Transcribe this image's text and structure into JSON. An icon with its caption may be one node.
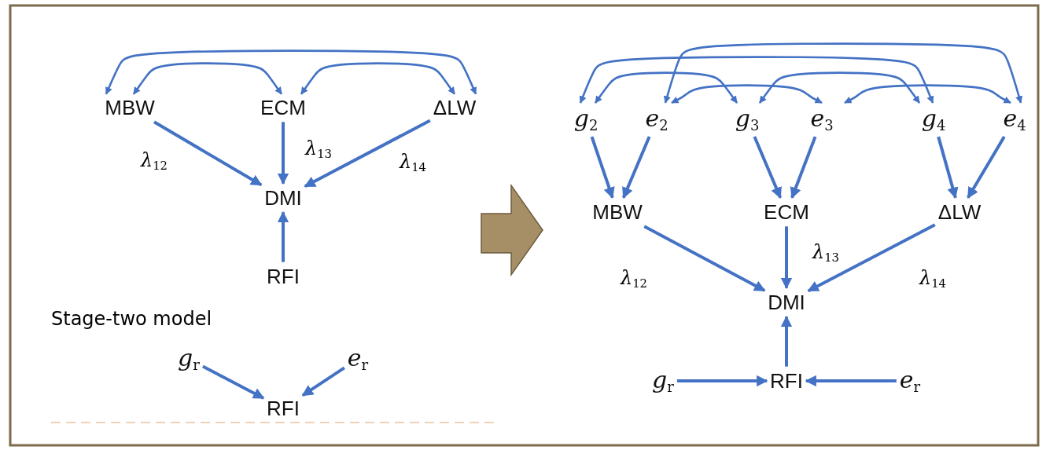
{
  "diagram": {
    "nodes": [
      {
        "text": [
          "MBW"
        ]
      },
      {
        "text": [
          "ECM"
        ]
      },
      {
        "text": [
          "ΔLW"
        ]
      },
      {
        "text": [
          "DMI"
        ]
      },
      {
        "text": [
          "RFI"
        ]
      },
      {
        "text": [
          "*g*$_{r}$"
        ]
      },
      {
        "text": [
          "*e*$_{r}$"
        ]
      },
      {
        "text": [
          "RFI"
        ]
      },
      {
        "text": [
          "*g*$_{2}$"
        ]
      },
      {
        "text": [
          "*e*$_{2}$"
        ]
      },
      {
        "text": [
          "*g*$_{3}$"
        ]
      },
      {
        "text": [
          "*e*$_{3}$"
        ]
      },
      {
        "text": [
          "*g*$_{4}$"
        ]
      },
      {
        "text": [
          "*e*$_{4}$"
        ]
      },
      {
        "text": [
          "MBW"
        ]
      },
      {
        "text": [
          "ECM"
        ]
      },
      {
        "text": [
          "ΔLW"
        ]
      },
      {
        "text": [
          "DMI"
        ]
      },
      {
        "text": [
          "*g*$_{r}$"
        ]
      },
      {
        "text": [
          "RFI"
        ]
      },
      {
        "text": [
          "*e*$_{r}$"
        ]
      }
    ],
    "edges": [
      {
        "from": 0,
        "to": 2,
        "arrow": "both"
      },
      {
        "from": 0,
        "to": 1,
        "arrow": "both"
      },
      {
        "from": 1,
        "to": 2,
        "arrow": "both"
      },
      {
        "from": 0,
        "to": 3,
        "arrow": "to",
        "label": "λ$_{12}$"
      },
      {
        "from": 1,
        "to": 3,
        "arrow": "to",
        "label": "λ$_{13}$"
      },
      {
        "from": 2,
        "to": 3,
        "arrow": "to",
        "label": "λ$_{14}$"
      },
      {
        "from": 4,
        "to": 3,
        "arrow": "to"
      },
      {
        "from": 5,
        "to": 7,
        "arrow": "to"
      },
      {
        "from": 6,
        "to": 7,
        "arrow": "to"
      },
      {
        "from": 9,
        "to": 13,
        "arrow": "both"
      },
      {
        "from": 8,
        "to": 12,
        "arrow": "both"
      },
      {
        "from": 8,
        "to": 10,
        "arrow": "both"
      },
      {
        "from": 9,
        "to": 11,
        "arrow": "both"
      },
      {
        "from": 10,
        "to": 12,
        "arrow": "both"
      },
      {
        "from": 11,
        "to": 13,
        "arrow": "both"
      },
      {
        "from": 8,
        "to": 14,
        "arrow": "to"
      },
      {
        "from": 9,
        "to": 14,
        "arrow": "to"
      },
      {
        "from": 10,
        "to": 15,
        "arrow": "to"
      },
      {
        "from": 11,
        "to": 15,
        "arrow": "to"
      },
      {
        "from": 12,
        "to": 16,
        "arrow": "to"
      },
      {
        "from": 13,
        "to": 16,
        "arrow": "to"
      },
      {
        "from": 14,
        "to": 17,
        "arrow": "to",
        "label": "λ$_{12}$"
      },
      {
        "from": 15,
        "to": 17,
        "arrow": "to",
        "label": "λ$_{13}$"
      },
      {
        "from": 16,
        "to": 17,
        "arrow": "to",
        "label": "λ$_{14}$"
      },
      {
        "from": 19,
        "to": 17,
        "arrow": "to"
      },
      {
        "from": 18,
        "to": 19,
        "arrow": "to"
      },
      {
        "from": 20,
        "to": 19,
        "arrow": "to"
      }
    ],
    "labels": [
      "Stage-two model"
    ]
  }
}
